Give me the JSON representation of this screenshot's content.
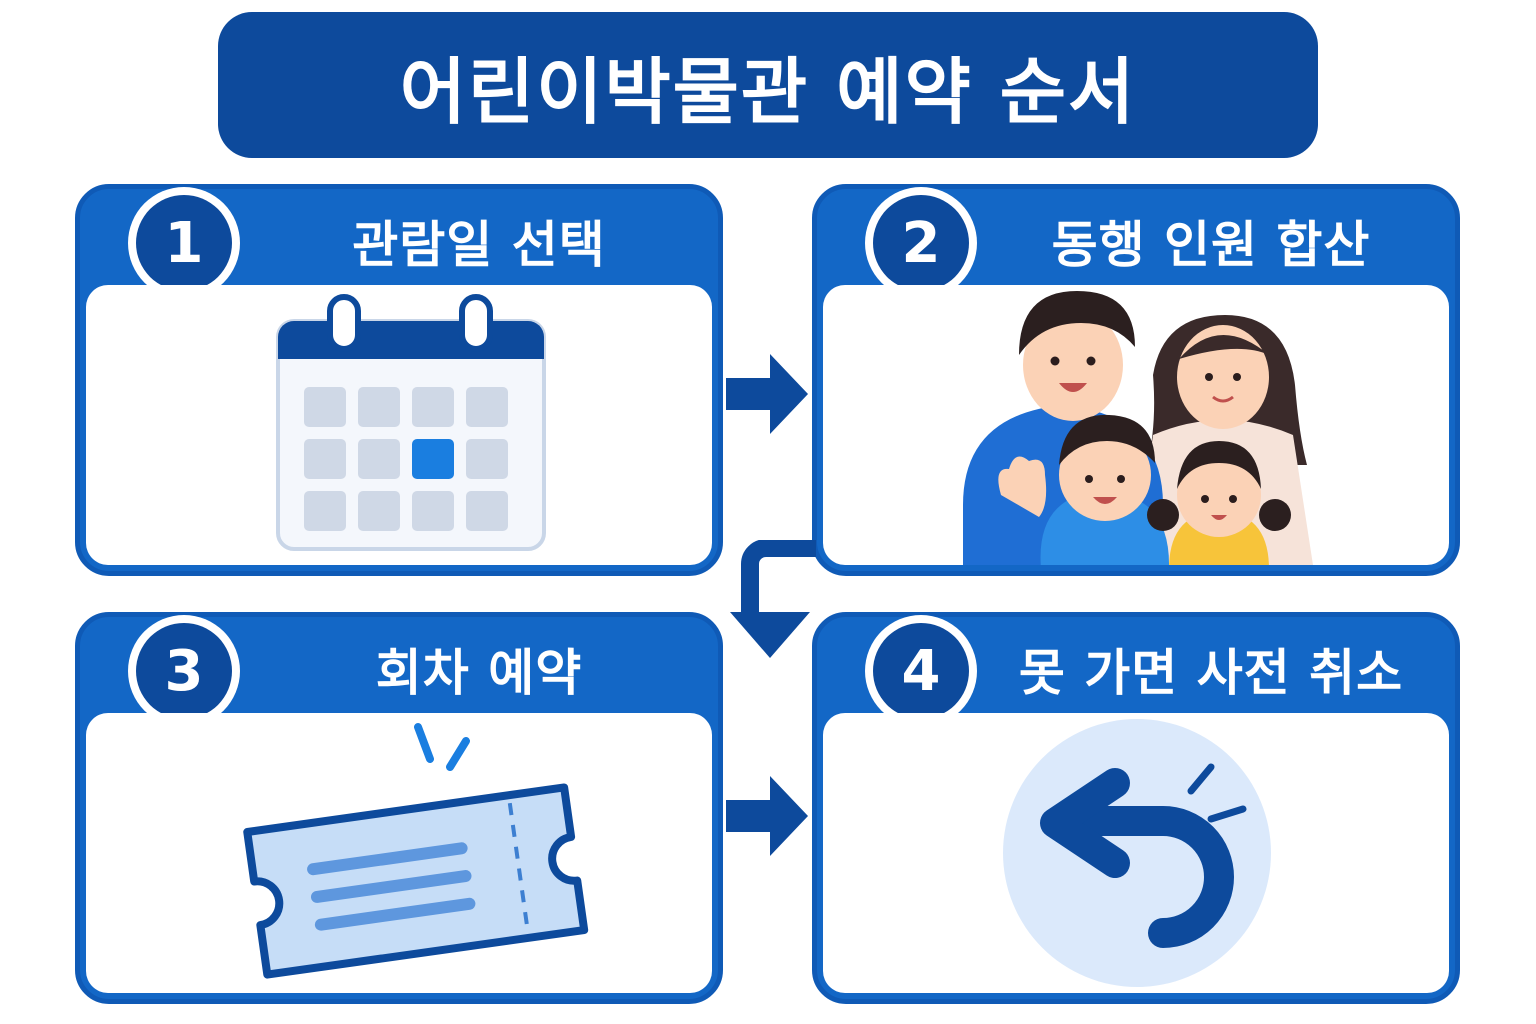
{
  "title": "어린이박물관 예약 순서",
  "steps": [
    {
      "number": "1",
      "label": "관람일 선택",
      "icon": "calendar-icon"
    },
    {
      "number": "2",
      "label": "동행 인원 합산",
      "icon": "family-illustration"
    },
    {
      "number": "3",
      "label": "회차 예약",
      "icon": "ticket-icon"
    },
    {
      "number": "4",
      "label": "못 가면 사전 취소",
      "icon": "undo-arrow-icon"
    }
  ],
  "colors": {
    "primary": "#1367c6",
    "dark": "#0d4a9c",
    "accent": "#1a7ee0",
    "light": "#dbe9fb"
  }
}
